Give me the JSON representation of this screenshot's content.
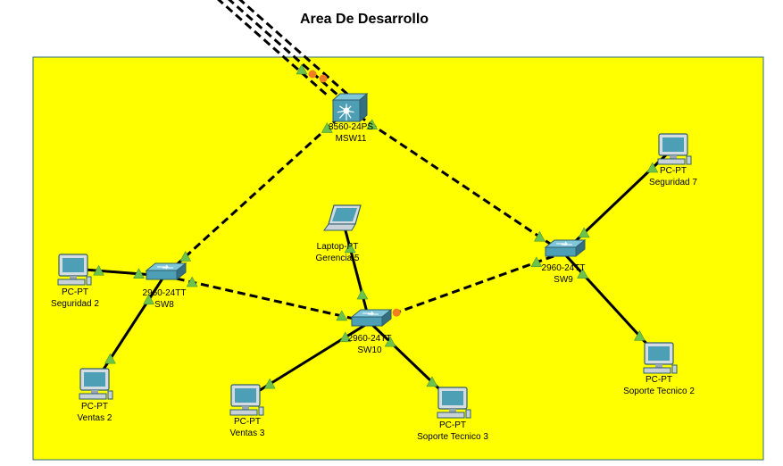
{
  "area": {
    "title": "Area De Desarrollo",
    "fill_color": "#ffff00"
  },
  "colors": {
    "link": "#000000",
    "link_up": "#6cc24a",
    "link_down": "#f07f1f",
    "device": "#4c9fb4"
  },
  "devices": [
    {
      "id": "msw11",
      "type": "multilayer-switch",
      "model": "3560-24PS",
      "name": "MSW11",
      "icon": "multilayer-switch-icon"
    },
    {
      "id": "sw8",
      "type": "switch",
      "model": "2960-24TT",
      "name": "SW8",
      "icon": "switch-icon"
    },
    {
      "id": "sw9",
      "type": "switch",
      "model": "2960-24TT",
      "name": "SW9",
      "icon": "switch-icon"
    },
    {
      "id": "sw10",
      "type": "switch",
      "model": "2960-24TT",
      "name": "SW10",
      "icon": "switch-icon"
    },
    {
      "id": "seg2",
      "type": "pc",
      "model": "PC-PT",
      "name": "Seguridad 2",
      "icon": "pc-icon"
    },
    {
      "id": "seg7",
      "type": "pc",
      "model": "PC-PT",
      "name": "Seguridad 7",
      "icon": "pc-icon"
    },
    {
      "id": "ven2",
      "type": "pc",
      "model": "PC-PT",
      "name": "Ventas 2",
      "icon": "pc-icon"
    },
    {
      "id": "ven3",
      "type": "pc",
      "model": "PC-PT",
      "name": "Ventas 3",
      "icon": "pc-icon"
    },
    {
      "id": "sop3",
      "type": "pc",
      "model": "PC-PT",
      "name": "Soporte Tecnico 3",
      "icon": "pc-icon"
    },
    {
      "id": "sop2",
      "type": "pc",
      "model": "PC-PT",
      "name": "Soporte Tecnico 2",
      "icon": "pc-icon"
    },
    {
      "id": "ger5",
      "type": "laptop",
      "model": "Laptop-PT",
      "name": "Gerencia 5",
      "icon": "laptop-icon"
    }
  ],
  "links": [
    {
      "from": "msw11",
      "to": "sw8",
      "style": "dashed",
      "status": [
        "up",
        "up"
      ]
    },
    {
      "from": "msw11",
      "to": "sw9",
      "style": "dashed",
      "status": [
        "up",
        "up"
      ]
    },
    {
      "from": "sw8",
      "to": "sw10",
      "style": "dashed",
      "status": [
        "up",
        "up"
      ]
    },
    {
      "from": "sw10",
      "to": "sw9",
      "style": "dashed",
      "status": [
        "down",
        "up"
      ]
    },
    {
      "from": "sw8",
      "to": "seg2",
      "style": "solid",
      "status": [
        "up",
        "up"
      ]
    },
    {
      "from": "sw8",
      "to": "ven2",
      "style": "solid",
      "status": [
        "up",
        "up"
      ]
    },
    {
      "from": "sw9",
      "to": "seg7",
      "style": "solid",
      "status": [
        "up",
        "up"
      ]
    },
    {
      "from": "sw9",
      "to": "sop2",
      "style": "solid",
      "status": [
        "up",
        "up"
      ]
    },
    {
      "from": "sw10",
      "to": "ven3",
      "style": "solid",
      "status": [
        "up",
        "up"
      ]
    },
    {
      "from": "sw10",
      "to": "sop3",
      "style": "solid",
      "status": [
        "up",
        "up"
      ]
    },
    {
      "from": "sw10",
      "to": "ger5",
      "style": "solid",
      "status": [
        "up",
        "up"
      ]
    }
  ],
  "uplinks": {
    "count": 3,
    "style": "dashed",
    "status": [
      "up",
      "down",
      "down"
    ]
  }
}
